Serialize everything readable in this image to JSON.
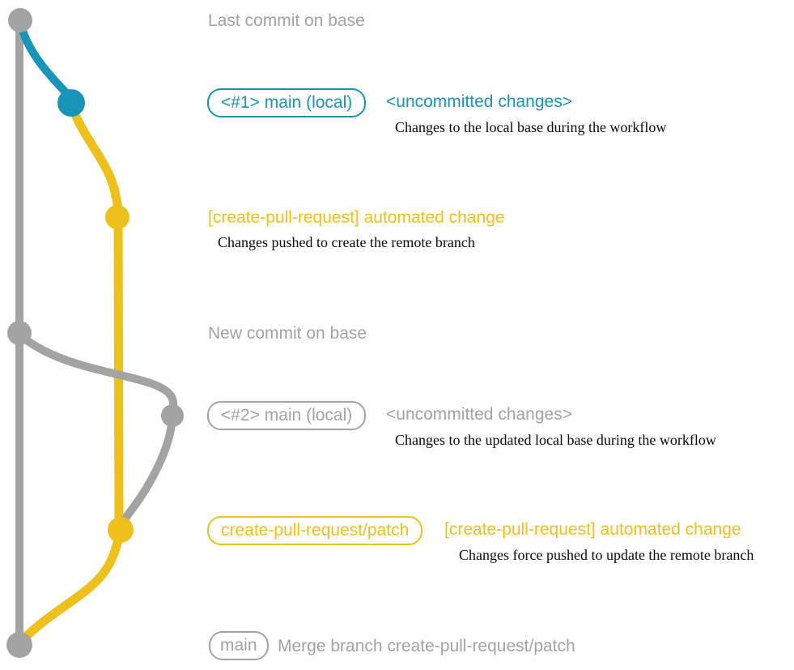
{
  "colors": {
    "gray": "#a3a3a3",
    "teal": "#1894b9",
    "yellow": "#eec01c",
    "ink": "#0a0a0a",
    "background": "#ffffff"
  },
  "graph": {
    "branches": [
      {
        "name": "base",
        "color": "gray"
      },
      {
        "name": "main (local)",
        "color": "teal"
      },
      {
        "name": "create-pull-request/patch",
        "color": "yellow"
      }
    ],
    "commits": [
      {
        "name": "last-commit-on-base",
        "color": "gray"
      },
      {
        "name": "uncommitted-changes-1",
        "color": "teal"
      },
      {
        "name": "automated-change-1",
        "color": "yellow"
      },
      {
        "name": "new-commit-on-base",
        "color": "gray"
      },
      {
        "name": "uncommitted-changes-2",
        "color": "gray"
      },
      {
        "name": "automated-change-2",
        "color": "yellow"
      },
      {
        "name": "merge-commit",
        "color": "gray"
      }
    ]
  },
  "annotations": {
    "last_commit_label": "Last commit on base",
    "badge_main_local_1": "<#1> main (local)",
    "uncommitted_1": "<uncommitted changes>",
    "uncommitted_1_desc": "Changes to the local base during the workflow",
    "automated_change_1": "[create-pull-request] automated change",
    "automated_change_1_desc": "Changes pushed to create the remote branch",
    "new_commit_label": "New commit on base",
    "badge_main_local_2": "<#2> main (local)",
    "uncommitted_2": "<uncommitted changes>",
    "uncommitted_2_desc": "Changes to the updated local base during the workflow",
    "badge_patch_branch": "create-pull-request/patch",
    "automated_change_2": "[create-pull-request] automated change",
    "automated_change_2_desc": "Changes force pushed to update the remote branch",
    "badge_main": "main",
    "merge_commit_label": "Merge branch create-pull-request/patch"
  }
}
